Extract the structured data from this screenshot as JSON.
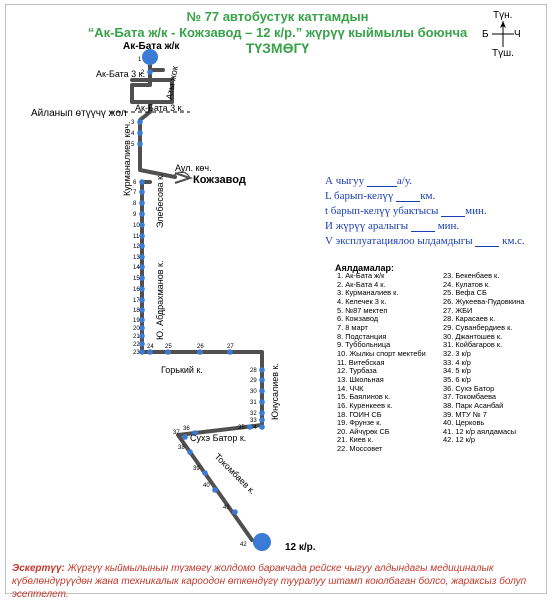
{
  "header": {
    "line1": "№ 77  автобустук каттамдын",
    "line2": "“Ак-Бата ж/к - Кожзавод – 12 к/р.” жүрүү кыймылы боюнча",
    "line3": "ТҮЗМӨГҮ"
  },
  "compass": {
    "north": "Түн.",
    "west": "Б",
    "east": "Ч",
    "south": "Түш."
  },
  "map": {
    "start_stop": "Ак-Бата ж/к",
    "end_stop": "12 к/р.",
    "branch_stop": "Кожзавод",
    "labels": {
      "ak_bata_3_top": "Ак-Бата 3 к.",
      "aty_jok": "Аты жок",
      "ak_bata_3_mid": "Ак-Бата 3 к.",
      "turnaround": "Айланып өтүүчү жол",
      "kurmanaliev": "Курманалиев көч.",
      "aul": "Аул. көч.",
      "elebesov": "Элебесова к.",
      "abdrakhmanov": "Ю. Абдрахманов к.",
      "gorky": "Горький к.",
      "yunusaliev": "Юнусалиев к.",
      "sukhe_bator": "Сухэ Батор к.",
      "tokombaev": "Токомбаев к."
    },
    "stop_numbers": [
      "1",
      "2",
      "3",
      "4",
      "5",
      "6",
      "7",
      "8",
      "9",
      "10",
      "11",
      "12",
      "13",
      "14",
      "15",
      "16",
      "17",
      "18",
      "19",
      "20",
      "21",
      "22",
      "23",
      "24",
      "25",
      "26",
      "27",
      "28",
      "29",
      "30",
      "31",
      "32",
      "33",
      "34",
      "35",
      "36",
      "37",
      "38",
      "39",
      "40",
      "41",
      "42"
    ]
  },
  "info": {
    "l1a": "А чыгуу",
    "l1b": "а/у.",
    "l2a": "L барып-келүү",
    "l2b": "км.",
    "l3a": "t барып-келүү убактысы",
    "l3b": "мин.",
    "l4a": "И жүрүү аралыгы",
    "l4b": "мин.",
    "l5a": "V эксплуатациялоо ылдамдыгы",
    "l5b": "км.с."
  },
  "legend": {
    "title": "Аялдамалар:",
    "col1": [
      "1. Ак-Бата ж/к",
      "2. Ак-Бата 4 к.",
      "3. Курманалиев к.",
      "4. Келечек 3 к.",
      "5. №87 мектеп",
      "6. Кожзавод",
      "7. 8 март",
      "8. Подстанция",
      "9. Туббольница",
      "10. Жылкы спорт мектеби",
      "11. Витебская",
      "12. Турбаза",
      "13. Школьная",
      "14. ЧЧК",
      "15. Баялинов к.",
      "16. Куренкеев к.",
      "18. ГОИН СБ",
      "19. Фрунзе к.",
      "20. Айчүрөк СБ",
      "21. Киев к.",
      "22. Моссовет"
    ],
    "col2": [
      "23. Бекенбаев к.",
      "24. Кулатов к.",
      "25. Вефа СБ",
      "26. Жукеева-Пудовкина",
      "27. ЖБИ",
      "28. Карасаев к.",
      "29. Суванбердиев к.",
      "30. Джантошев к.",
      "31. Койбагаров к.",
      "32. 3 к/р",
      "33. 4 к/р",
      "34. 5 к/р",
      "35. 6 к/р",
      "36. Сухэ Батор",
      "37. Токомбаева",
      "38. Парк Асанбай",
      "39. МТУ № 7",
      "40. Церковь",
      "41. 12 к/р аялдамасы",
      "42. 12 к/р"
    ]
  },
  "note": {
    "label": "Эскертүү:",
    "text": "Жүргүү кыймылынын түзмөгү жолдомо баракчада рейске чыгуу алдындагы медициналык күбөлөндүрүүдөн жана техникалык кароодон өткөндүгү тууралуу штамп коюлбаган болсо, жараксыз болуп эсептелет."
  },
  "colors": {
    "title_green": "#39a24a",
    "route_grey": "#505050",
    "stop_blue": "#3a7bd5",
    "info_blue": "#1a3fb0",
    "note_red": "#c0392b"
  }
}
